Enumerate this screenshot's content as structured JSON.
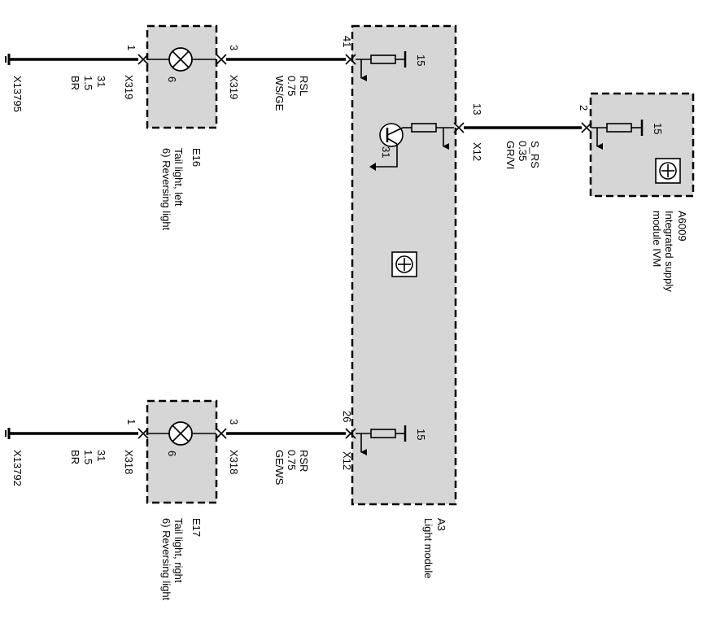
{
  "lamp_left": {
    "id": "E16",
    "desc1": "Tail light, left",
    "desc2": "6) Reversing light",
    "pin_in": "1",
    "pin_out": "3",
    "pin_lamp": "6",
    "conn_in": "X319",
    "conn_out": "X319"
  },
  "lamp_right": {
    "id": "E17",
    "desc1": "Tail light, right",
    "desc2": "6) Reversing light",
    "pin_in": "1",
    "pin_out": "3",
    "pin_lamp": "6",
    "conn_in": "X318",
    "conn_out": "X318"
  },
  "ground_left": {
    "id": "X13795",
    "term": "31",
    "size": "1.5",
    "color": "BR"
  },
  "ground_right": {
    "id": "X13792",
    "term": "31",
    "size": "1.5",
    "color": "BR"
  },
  "wire_rsl": {
    "name": "RSL",
    "size": "0.75",
    "color": "WS/GE"
  },
  "wire_rsr": {
    "name": "RSR",
    "size": "0.75",
    "color": "GE/WS"
  },
  "wire_srs": {
    "name": "S_RS",
    "size": "0.35",
    "color": "GR/VI"
  },
  "light_module": {
    "id": "A3",
    "desc": "Light module",
    "pin_top": "41",
    "pin_bottom": "26",
    "pin_right": "13",
    "conn_bottom": "X12",
    "conn_right": "X12",
    "ground_term": "31",
    "terminal_top": "15",
    "terminal_mid": "15",
    "terminal_bottom": "15"
  },
  "supply_module": {
    "id": "A6009",
    "desc1": "Integrated supply",
    "desc2": "module IVM",
    "pin": "2",
    "terminal": "15"
  }
}
